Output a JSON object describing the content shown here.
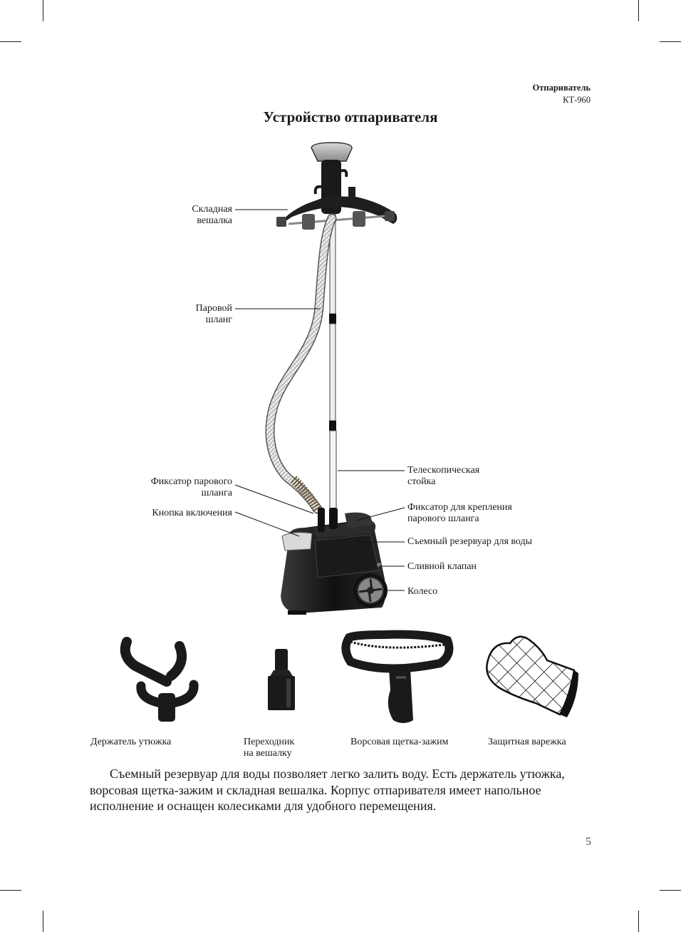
{
  "header": {
    "product": "Отпариватель",
    "model": "КТ-960"
  },
  "title": "Устройство отпаривателя",
  "callouts": {
    "hanger": [
      "Складная",
      "вешалка"
    ],
    "hose": [
      "Паровой",
      "шланг"
    ],
    "hose_lock": [
      "Фиксатор парового",
      "шланга"
    ],
    "power_button": "Кнопка включения",
    "telescopic_pole": [
      "Телескопическая",
      "стойка"
    ],
    "hose_mount_lock": [
      "Фиксатор для крепления",
      "парового шланга"
    ],
    "water_tank": "Съемный резервуар для воды",
    "drain_valve": "Сливной клапан",
    "wheel": "Колесо"
  },
  "accessories": {
    "iron_holder": "Держатель утюжка",
    "adapter": [
      "Переходник",
      "на вешалку"
    ],
    "brush": "Ворсовая щетка-зажим",
    "mitten": "Защитная варежка"
  },
  "description": "Съемный резервуар для воды позволяет легко залить воду. Есть держатель утюжка, ворсовая щетка-зажим и складная вешалка. Корпус отпаривателя имеет напольное исполнение и оснащен колесиками для удобного перемещения.",
  "page_number": "5"
}
